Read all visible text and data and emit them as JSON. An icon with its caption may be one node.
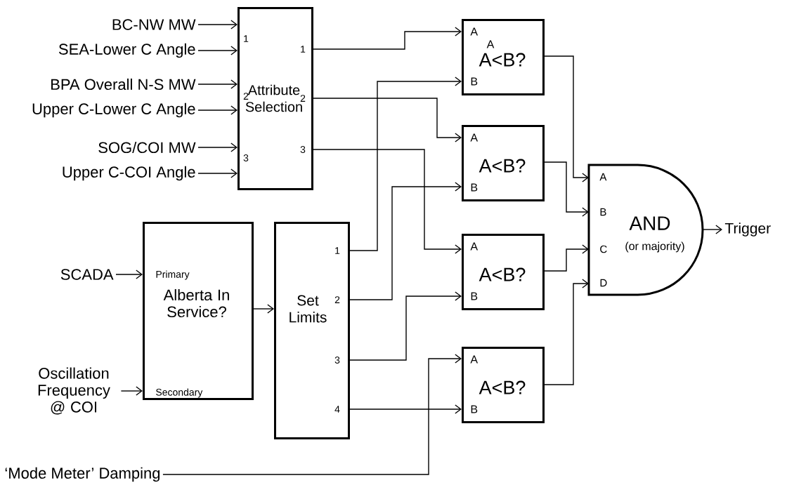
{
  "diagram": {
    "nodes": [
      {
        "text": [
          "BC-NW MW"
        ]
      },
      {
        "text": [
          "SEA-Lower C Angle"
        ]
      },
      {
        "text": [
          "BPA Overall N-S MW"
        ]
      },
      {
        "text": [
          "Upper C-Lower C Angle"
        ]
      },
      {
        "text": [
          "SOG/COI MW"
        ]
      },
      {
        "text": [
          "Upper C-COI Angle"
        ]
      },
      {
        "text": [
          "1",
          "1",
          "Attribute Selection",
          "2",
          "2",
          "3",
          "3"
        ]
      },
      {
        "text": [
          "SCADA"
        ]
      },
      {
        "text": [
          "Oscillation Frequency @ COI"
        ]
      },
      {
        "text": [
          "Primary",
          "Alberta In Service?",
          "Secondary"
        ]
      },
      {
        "text": [
          "1",
          "2",
          "Set Limits",
          "3",
          "4"
        ]
      },
      {
        "text": [
          "‘Mode Meter’ Damping"
        ]
      },
      {
        "text": [
          "A",
          "A",
          "A<B?",
          "B"
        ]
      },
      {
        "text": [
          "A",
          "A<B?",
          "B"
        ]
      },
      {
        "text": [
          "A",
          "A<B?",
          "B"
        ]
      },
      {
        "text": [
          "A",
          "A<B?",
          "B"
        ]
      },
      {
        "text": [
          "A",
          "B",
          "AND",
          "(or majority)",
          "C",
          "D"
        ]
      },
      {
        "text": [
          "Trigger"
        ]
      }
    ],
    "edges": [
      {
        "from": 0,
        "to": 6,
        "arrow": "to"
      },
      {
        "from": 1,
        "to": 6,
        "arrow": "to"
      },
      {
        "from": 2,
        "to": 6,
        "arrow": "to"
      },
      {
        "from": 3,
        "to": 6,
        "arrow": "to"
      },
      {
        "from": 4,
        "to": 6,
        "arrow": "to"
      },
      {
        "from": 5,
        "to": 6,
        "arrow": "to"
      },
      {
        "from": 6,
        "to": 12,
        "arrow": "to"
      },
      {
        "from": 6,
        "to": 13,
        "arrow": "to"
      },
      {
        "from": 6,
        "to": 14,
        "arrow": "to"
      },
      {
        "from": 7,
        "to": 9,
        "arrow": "to"
      },
      {
        "from": 8,
        "to": 9,
        "arrow": "to"
      },
      {
        "from": 9,
        "to": 10,
        "arrow": "to"
      },
      {
        "from": 10,
        "to": 12,
        "arrow": "to"
      },
      {
        "from": 10,
        "to": 13,
        "arrow": "to"
      },
      {
        "from": 10,
        "to": 14,
        "arrow": "to"
      },
      {
        "from": 10,
        "to": 15,
        "arrow": "to"
      },
      {
        "from": 11,
        "to": 15,
        "arrow": "to"
      },
      {
        "from": 12,
        "to": 16,
        "arrow": "to"
      },
      {
        "from": 13,
        "to": 16,
        "arrow": "to"
      },
      {
        "from": 14,
        "to": 16,
        "arrow": "to"
      },
      {
        "from": 15,
        "to": 16,
        "arrow": "to"
      },
      {
        "from": 16,
        "to": 17,
        "arrow": "to"
      }
    ]
  }
}
